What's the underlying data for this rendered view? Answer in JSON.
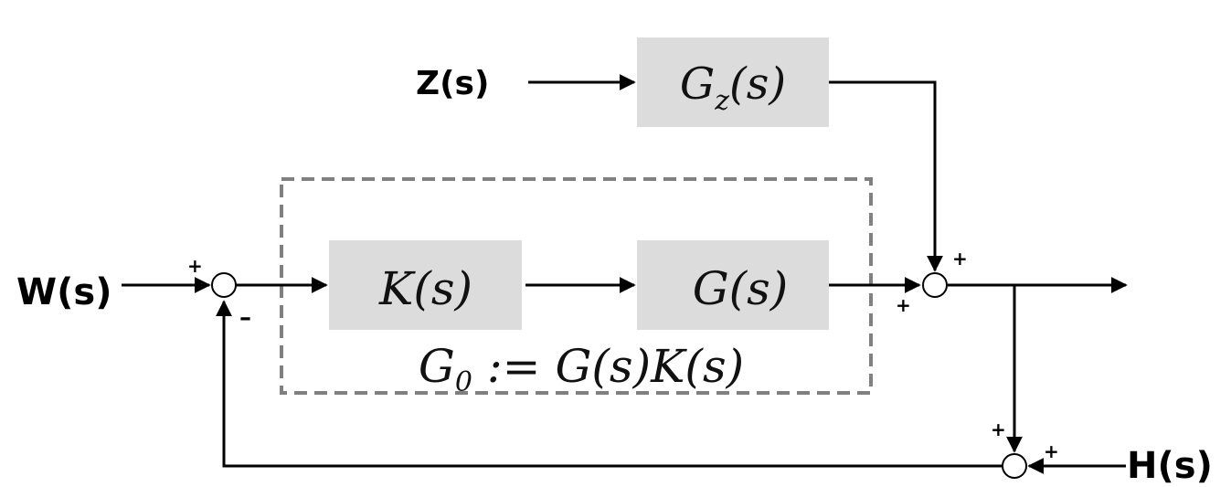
{
  "signals": {
    "input_w": "W(s)",
    "input_z": "Z(s)",
    "input_h": "H(s)"
  },
  "blocks": {
    "gz": {
      "name": "G",
      "sub": "z",
      "arg": "(s)"
    },
    "k": "K(s)",
    "g": "G(s)"
  },
  "group": {
    "label_g": "G",
    "label_sub": "0",
    "label_rest": " := G(s)K(s)"
  },
  "signs": {
    "sum1_top": "+",
    "sum1_bottom": "–",
    "sum2_top": "+",
    "sum2_left": "+",
    "sum3_top": "+",
    "sum3_right": "+"
  },
  "colors": {
    "block_fill": "#dcdcdc",
    "dashed_border": "#808080",
    "line": "#000000"
  }
}
